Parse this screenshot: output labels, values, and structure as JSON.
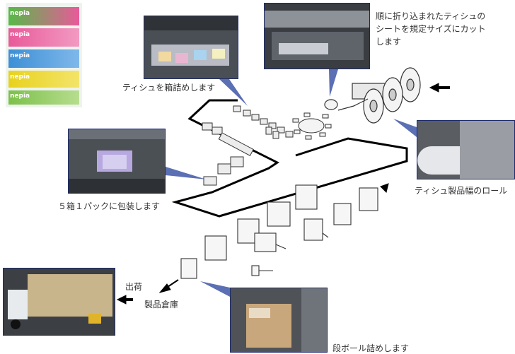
{
  "labels": {
    "cut_line1": "順に折り込まれたティシュの",
    "cut_line2": "シートを規定サイズにカット",
    "cut_line3": "します",
    "boxing": "ティシュを箱詰めします",
    "pack": "５箱１パックに包装します",
    "roll": "ティシュ製品幅のロール",
    "ship": "出荷",
    "warehouse": "製品倉庫",
    "cardboard": "段ボール詰めします"
  },
  "product": {
    "brand": "nepia",
    "colors": [
      "#57b947",
      "#e85a9a",
      "#3d8fd6",
      "#e8d21e",
      "#7cc04a"
    ]
  },
  "accent_color": "#1d2a6b",
  "callout_color": "#5b6fb4"
}
